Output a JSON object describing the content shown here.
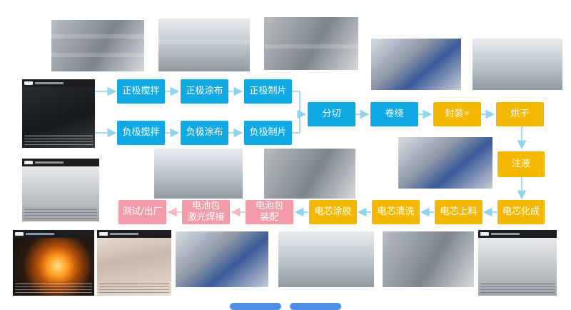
{
  "process": {
    "top_row_1": [
      "正极搅拌",
      "正极涂布",
      "正极制片"
    ],
    "top_row_2": [
      "负极搅拌",
      "负极涂布",
      "负极制片"
    ],
    "middle_row": [
      "分切",
      "卷绕",
      "封装",
      "烘干"
    ],
    "right_column": [
      "注液"
    ],
    "bottom_row": [
      "电芯化成",
      "电芯上料",
      "电芯清洗",
      "电芯涂胶",
      "电池包\n装配",
      "电池包\n激光焊接",
      "测试/出厂"
    ],
    "package_mark": "≡"
  },
  "colors": {
    "blue": "#10a9e6",
    "yellow": "#f5b800",
    "pink": "#f29aa8",
    "arrow": "#8fd3f1"
  },
  "photos": [
    {
      "name": "mixing-machine-photo"
    },
    {
      "name": "coating-line-photo"
    },
    {
      "name": "electrode-cutting-photo"
    },
    {
      "name": "winding-machine-photo"
    },
    {
      "name": "robot-arm-factory-photo"
    },
    {
      "name": "injection-machine-photo"
    },
    {
      "name": "cell-loading-photo"
    },
    {
      "name": "cell-cleaning-photo"
    },
    {
      "name": "fire-test-photo"
    },
    {
      "name": "battery-pack-photo"
    },
    {
      "name": "laser-welding-photo"
    },
    {
      "name": "pack-assembly-photo"
    },
    {
      "name": "production-line-photo"
    },
    {
      "name": "module-stack-photo"
    }
  ]
}
